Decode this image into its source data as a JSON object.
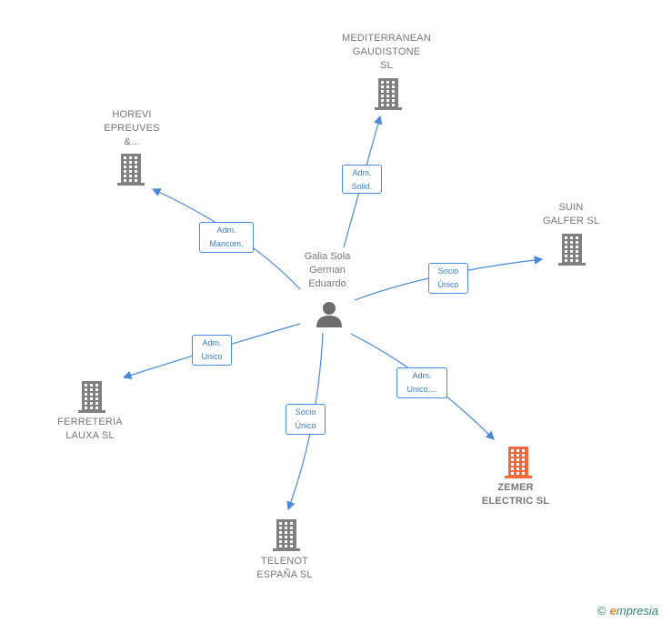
{
  "center": {
    "name_lines": [
      "Galia Sola",
      "German",
      "Eduardo"
    ]
  },
  "companies": [
    {
      "id": "mediterranean",
      "lines": [
        "MEDITERRANEAN",
        "GAUDISTONE",
        "SL"
      ],
      "highlight": false
    },
    {
      "id": "horevi",
      "lines": [
        "HOREVI",
        "EPREUVES",
        "&..."
      ],
      "highlight": false
    },
    {
      "id": "suin",
      "lines": [
        "SUIN",
        "GALFER SL"
      ],
      "highlight": false
    },
    {
      "id": "ferreteria",
      "lines": [
        "FERRETERIA",
        "LAUXA SL"
      ],
      "highlight": false
    },
    {
      "id": "telenot",
      "lines": [
        "TELENOT",
        "ESPAÑA SL"
      ],
      "highlight": false
    },
    {
      "id": "zemer",
      "lines": [
        "ZEMER",
        "ELECTRIC SL"
      ],
      "highlight": true
    }
  ],
  "edges": [
    {
      "to": "mediterranean",
      "lines": [
        "Adm.",
        "Solid."
      ]
    },
    {
      "to": "horevi",
      "lines": [
        "Adm.",
        "Mancom."
      ]
    },
    {
      "to": "suin",
      "lines": [
        "Socio",
        "Único"
      ]
    },
    {
      "to": "ferreteria",
      "lines": [
        "Adm.",
        "Unico"
      ]
    },
    {
      "to": "telenot",
      "lines": [
        "Socio",
        "Único"
      ]
    },
    {
      "to": "zemer",
      "lines": [
        "Adm.",
        "Unico,..."
      ]
    }
  ],
  "colors": {
    "edge": "#4a8ad8",
    "building": "#808080",
    "building_highlight": "#f26a3a",
    "person": "#6e6e6e"
  },
  "footer": {
    "copyright": "©",
    "brand_initial": "e",
    "brand_rest": "mpresia"
  }
}
